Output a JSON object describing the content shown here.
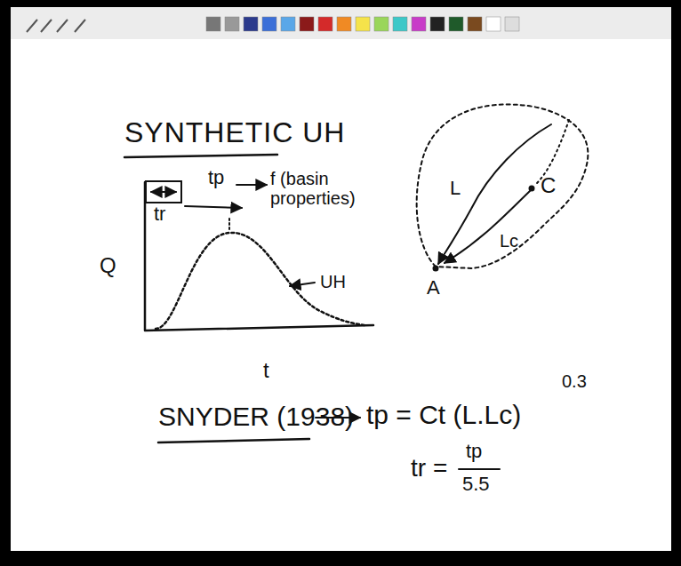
{
  "diagram": {
    "title": "SYNTHETIC UH",
    "nodes": [
      {
        "text": [
          "tr"
        ]
      }
    ],
    "labels": [
      "tp",
      "f (basin properties)",
      "Q",
      "UH",
      "t",
      "L",
      "C",
      "Lc",
      "A",
      "SNYDER (1938)",
      "tp = Ct (L.Lc)",
      "0.3",
      "tr =",
      "tp",
      "5.5"
    ]
  }
}
